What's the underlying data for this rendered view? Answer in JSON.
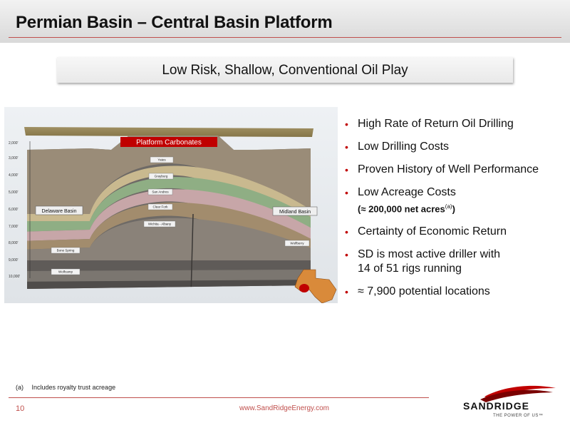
{
  "header": {
    "title": "Permian Basin – Central Basin Platform"
  },
  "subtitle": "Low Risk, Shallow, Conventional Oil Play",
  "figure": {
    "banner": "Platform Carbonates",
    "depth_ticks": [
      "2,000'",
      "3,000'",
      "4,000'",
      "5,000'",
      "6,000'",
      "7,000'",
      "8,000'",
      "9,000'",
      "10,000'"
    ],
    "formation_labels": [
      "Yates",
      "Grayburg",
      "San Andres",
      "Clear Fork",
      "Wichita - Albany",
      "Wolfberry",
      "Bone Spring",
      "Wolfcamp"
    ],
    "basin_left": "Delaware Basin",
    "basin_right": "Midland Basin"
  },
  "bullets": [
    {
      "text": "High Rate of Return Oil Drilling"
    },
    {
      "text": "Low Drilling Costs"
    },
    {
      "text": "Proven History of Well Performance"
    },
    {
      "text": "Low Acreage Costs",
      "sub": "(≈ 200,000 net acres",
      "sup": "(a)",
      "sub_end": ")"
    },
    {
      "text": "Certainty of Economic Return"
    },
    {
      "text": "SD is most active driller with",
      "line2": "14 of 51 rigs running"
    },
    {
      "text": "≈ 7,900 potential locations"
    }
  ],
  "bullet_glyph": "•",
  "footnote": {
    "mark": "(a)",
    "text": "Includes royalty trust acreage"
  },
  "footer": {
    "page": "10",
    "url": "www.SandRidgeEnergy.com"
  },
  "logo": {
    "name": "SANDRIDGE",
    "tagline": "THE POWER OF US™"
  },
  "colors": {
    "accent": "#c0504d",
    "bullet": "#c00000",
    "banner": "#c00000"
  }
}
